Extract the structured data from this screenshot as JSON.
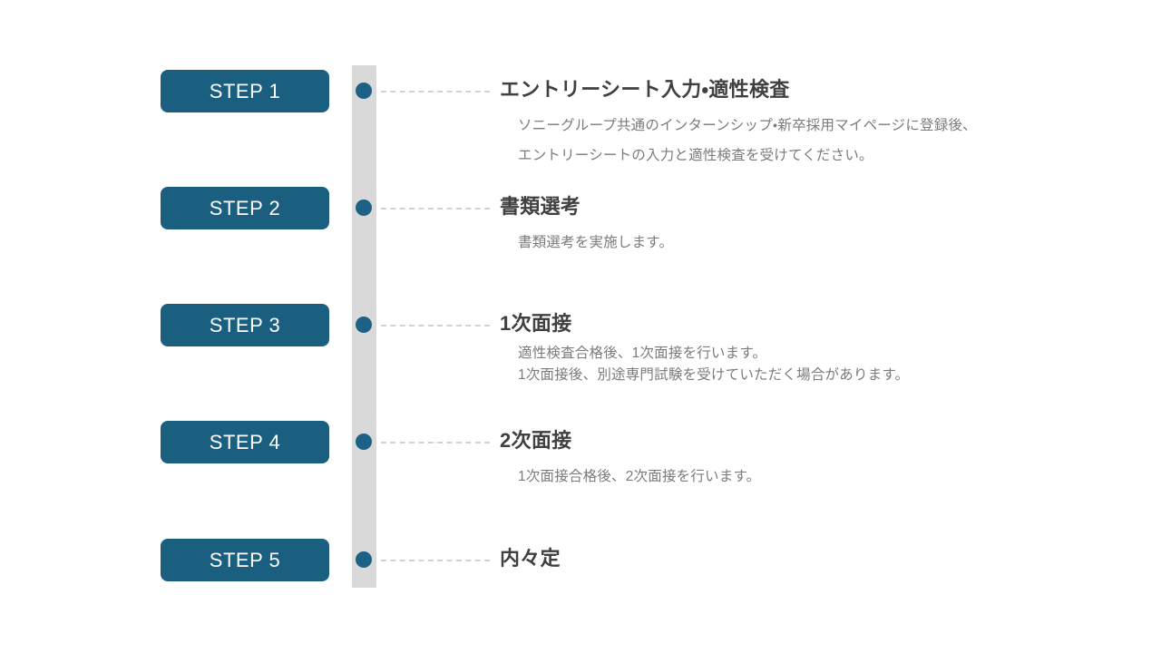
{
  "page": {
    "background_color": "#ffffff",
    "accent_color": "#1a5f80",
    "dot_color": "#1d6286",
    "track_color": "#d9d9d9",
    "dash_color": "#d2d2d2",
    "title_color": "#404040",
    "desc_color": "#7b7b7b"
  },
  "steps": [
    {
      "badge": "STEP 1",
      "title": "エントリーシート入力・適性検査",
      "desc_lines": [
        "ソニーグループ共通のインターンシップ・新卒採用マイページに登録後、",
        "エントリーシートの入力と適性検査を受けてください。"
      ],
      "spacing": "loose"
    },
    {
      "badge": "STEP 2",
      "title": "書類選考",
      "desc_lines": [
        "書類選考を実施します。"
      ],
      "spacing": "loose"
    },
    {
      "badge": "STEP 3",
      "title": "1次面接",
      "desc_lines": [
        "適性検査合格後、1次面接を行います。",
        "1次面接後、別途専門試験を受けていただく場合があります。"
      ],
      "spacing": "tight"
    },
    {
      "badge": "STEP 4",
      "title": "2次面接",
      "desc_lines": [
        "1次面接合格後、2次面接を行います。"
      ],
      "spacing": "loose"
    },
    {
      "badge": "STEP 5",
      "title": "内々定",
      "desc_lines": [],
      "spacing": "loose"
    }
  ]
}
